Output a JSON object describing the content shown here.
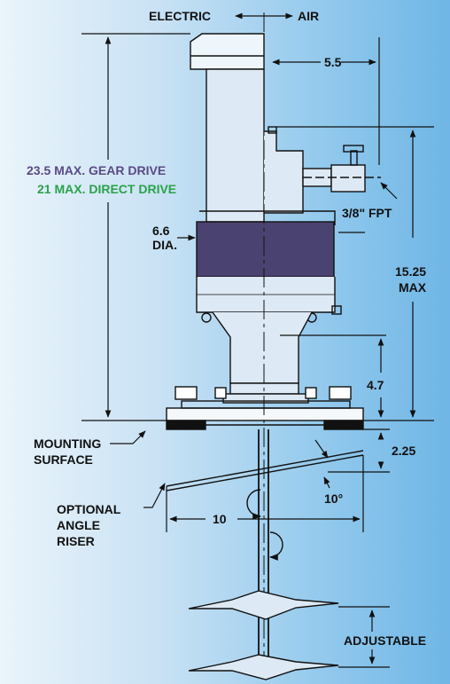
{
  "labels": {
    "electric": "ELECTRIC",
    "air": "AIR",
    "dim_5_5": "5.5",
    "gear_drive": "23.5 MAX. GEAR DRIVE",
    "direct_drive": "21 MAX. DIRECT DRIVE",
    "fpt": "3/8\" FPT",
    "dia_value": "6.6",
    "dia_unit": "DIA.",
    "dim_15_25": "15.25",
    "max": "MAX",
    "dim_4_7": "4.7",
    "mounting": "MOUNTING",
    "surface": "SURFACE",
    "dim_2_25": "2.25",
    "optional": "OPTIONAL",
    "angle": "ANGLE",
    "riser": "RISER",
    "degrees": "10°",
    "dim_10": "10",
    "adjustable": "ADJUSTABLE"
  },
  "colors": {
    "motor_band": "#4a4270",
    "gear_text": "#5a4a86",
    "direct_text": "#2aa24a",
    "line": "#111111"
  }
}
